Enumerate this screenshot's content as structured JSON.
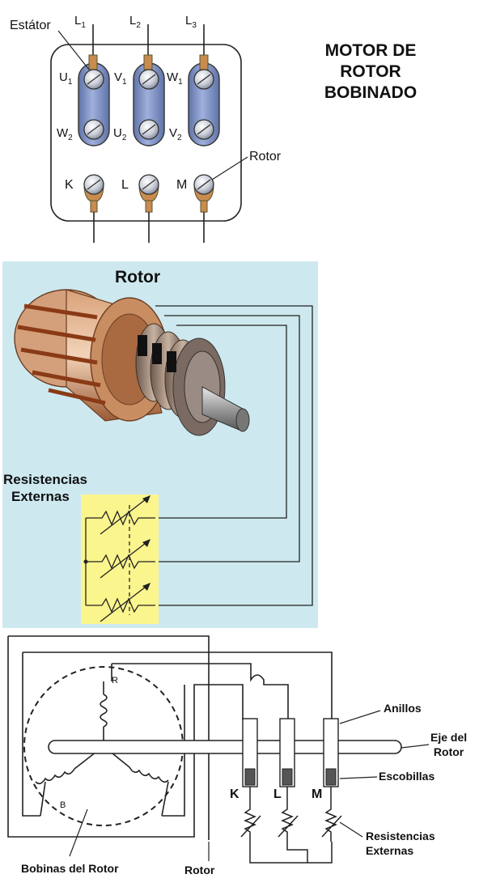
{
  "section1": {
    "title": [
      "MOTOR DE",
      "ROTOR",
      "BOBINADO"
    ],
    "stator_label": "Estátor",
    "rotor_label": "Rotor",
    "lines": [
      {
        "main": "L",
        "sub": "1"
      },
      {
        "main": "L",
        "sub": "2"
      },
      {
        "main": "L",
        "sub": "3"
      }
    ],
    "top_terminals": [
      {
        "main": "U",
        "sub": "1"
      },
      {
        "main": "V",
        "sub": "1"
      },
      {
        "main": "W",
        "sub": "1"
      }
    ],
    "mid_terminals": [
      {
        "main": "W",
        "sub": "2"
      },
      {
        "main": "U",
        "sub": "2"
      },
      {
        "main": "V",
        "sub": "2"
      }
    ],
    "rotor_terminals": [
      "K",
      "L",
      "M"
    ]
  },
  "section2": {
    "title": "Rotor",
    "resistances_label": [
      "Resistencias",
      "Externas"
    ]
  },
  "section3": {
    "coil_labels": [
      "R",
      "B"
    ],
    "terminals": [
      "K",
      "L",
      "M"
    ],
    "rings_label": "Anillos",
    "shaft_label": [
      "Eje del",
      "Rotor"
    ],
    "brushes_label": "Escobillas",
    "resistances_label": [
      "Resistencias",
      "Externas"
    ],
    "rotor_coils_label": "Bobinas del Rotor",
    "rotor_label": "Rotor"
  },
  "colors": {
    "coil_blue": "#7f93c6",
    "panel_blue": "#cde9ef",
    "resistor_yellow": "#fbf58e",
    "copper": "#b87040"
  }
}
